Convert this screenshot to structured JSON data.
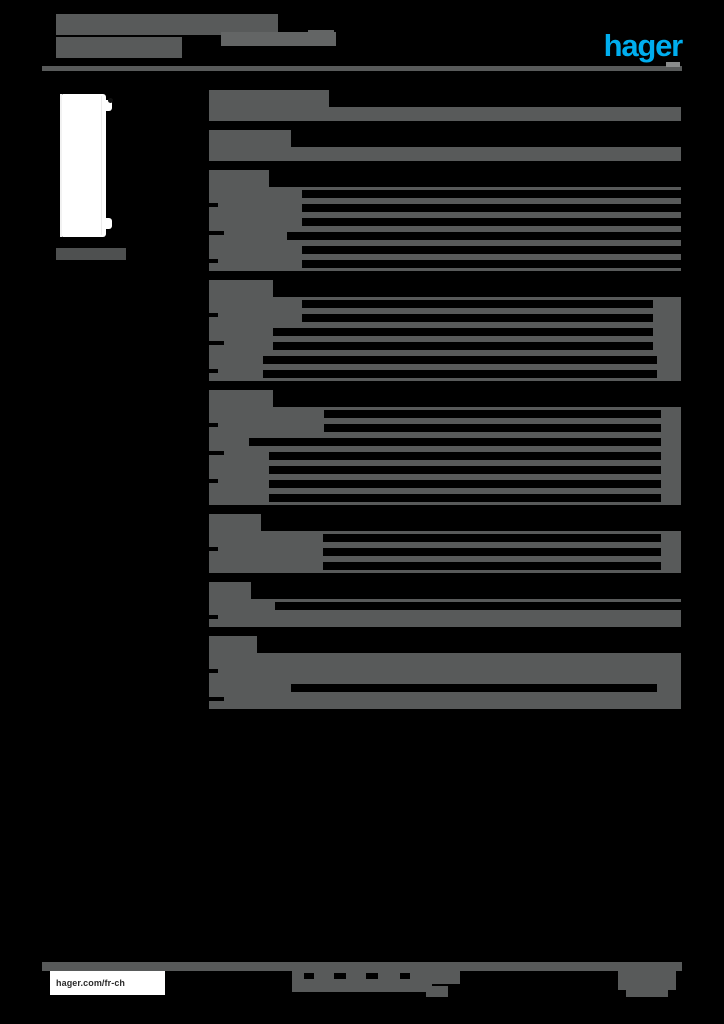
{
  "document": {
    "kind": "product-datasheet",
    "brand": "hager",
    "language_region": "fr-ch",
    "redacted": true,
    "background_color": "#000000",
    "redaction_color": "#585a5a",
    "accent_color": "#00aeef"
  },
  "header": {
    "logo_text": "hager",
    "title_line_1": "",
    "title_line_2": "",
    "title_subtitle": "",
    "title_badge": ""
  },
  "product": {
    "image_alt": "product-photo",
    "caption": ""
  },
  "content": {
    "groups": [
      {
        "heading": "",
        "heading_width": 120,
        "rows": [
          {
            "fill": 472,
            "label": 0,
            "gaps": []
          }
        ]
      },
      {
        "heading": "",
        "heading_width": 82,
        "rows": [
          {
            "fill": 472,
            "label": 0,
            "gaps": []
          }
        ]
      },
      {
        "heading": "",
        "heading_width": 60,
        "rows": [
          {
            "fill": 472,
            "label": 56,
            "gaps": [
              [
                93,
                379
              ]
            ]
          },
          {
            "fill": 472,
            "label": 56,
            "gaps": [
              [
                93,
                379
              ]
            ]
          },
          {
            "fill": 472,
            "label": 56,
            "gaps": [
              [
                93,
                379
              ]
            ]
          },
          {
            "fill": 472,
            "label": 40,
            "gaps": [
              [
                78,
                394
              ]
            ]
          },
          {
            "fill": 472,
            "label": 56,
            "gaps": [
              [
                93,
                379
              ]
            ]
          },
          {
            "fill": 472,
            "label": 56,
            "gaps": [
              [
                93,
                379
              ]
            ]
          }
        ]
      },
      {
        "heading": "",
        "heading_width": 64,
        "rows": [
          {
            "fill": 472,
            "label": 28,
            "gaps": [
              [
                93,
                351
              ]
            ]
          },
          {
            "fill": 472,
            "label": 28,
            "gaps": [
              [
                93,
                351
              ]
            ]
          },
          {
            "fill": 472,
            "label": 28,
            "gaps": [
              [
                64,
                380
              ]
            ]
          },
          {
            "fill": 472,
            "label": 28,
            "gaps": [
              [
                64,
                380
              ]
            ]
          },
          {
            "fill": 472,
            "label": 28,
            "gaps": [
              [
                54,
                394
              ]
            ]
          },
          {
            "fill": 472,
            "label": 28,
            "gaps": [
              [
                54,
                394
              ]
            ]
          }
        ]
      },
      {
        "heading": "",
        "heading_width": 64,
        "rows": [
          {
            "fill": 472,
            "label": 40,
            "gaps": [
              [
                115,
                337
              ]
            ]
          },
          {
            "fill": 472,
            "label": 40,
            "gaps": [
              [
                115,
                337
              ]
            ]
          },
          {
            "fill": 472,
            "label": 40,
            "gaps": [
              [
                40,
                412
              ]
            ]
          },
          {
            "fill": 472,
            "label": 40,
            "gaps": [
              [
                60,
                392
              ]
            ]
          },
          {
            "fill": 472,
            "label": 40,
            "gaps": [
              [
                60,
                392
              ]
            ]
          },
          {
            "fill": 472,
            "label": 40,
            "gaps": [
              [
                60,
                392
              ]
            ]
          },
          {
            "fill": 472,
            "label": 40,
            "gaps": [
              [
                60,
                392
              ]
            ]
          }
        ]
      },
      {
        "heading": "",
        "heading_width": 52,
        "rows": [
          {
            "fill": 472,
            "label": 28,
            "gaps": [
              [
                114,
                338
              ]
            ]
          },
          {
            "fill": 472,
            "label": 28,
            "gaps": [
              [
                114,
                338
              ]
            ]
          },
          {
            "fill": 472,
            "label": 28,
            "gaps": [
              [
                114,
                338
              ]
            ]
          }
        ]
      },
      {
        "heading": "",
        "heading_width": 42,
        "rows": [
          {
            "fill": 472,
            "label": 0,
            "gaps": [
              [
                66,
                406
              ]
            ]
          },
          {
            "fill": 472,
            "label": 0,
            "gaps": []
          }
        ]
      },
      {
        "heading": "",
        "heading_width": 48,
        "rows": [
          {
            "fill": 472,
            "label": 0,
            "gaps": []
          },
          {
            "fill": 472,
            "label": 0,
            "gaps": []
          },
          {
            "fill": 472,
            "label": 48,
            "gaps": [
              [
                82,
                366
              ]
            ]
          },
          {
            "fill": 472,
            "label": 0,
            "gaps": []
          }
        ]
      }
    ]
  },
  "footer": {
    "url": "hager.com/fr-ch",
    "center_line_1": "",
    "center_line_2": "",
    "right_block": "",
    "page_number": ""
  }
}
